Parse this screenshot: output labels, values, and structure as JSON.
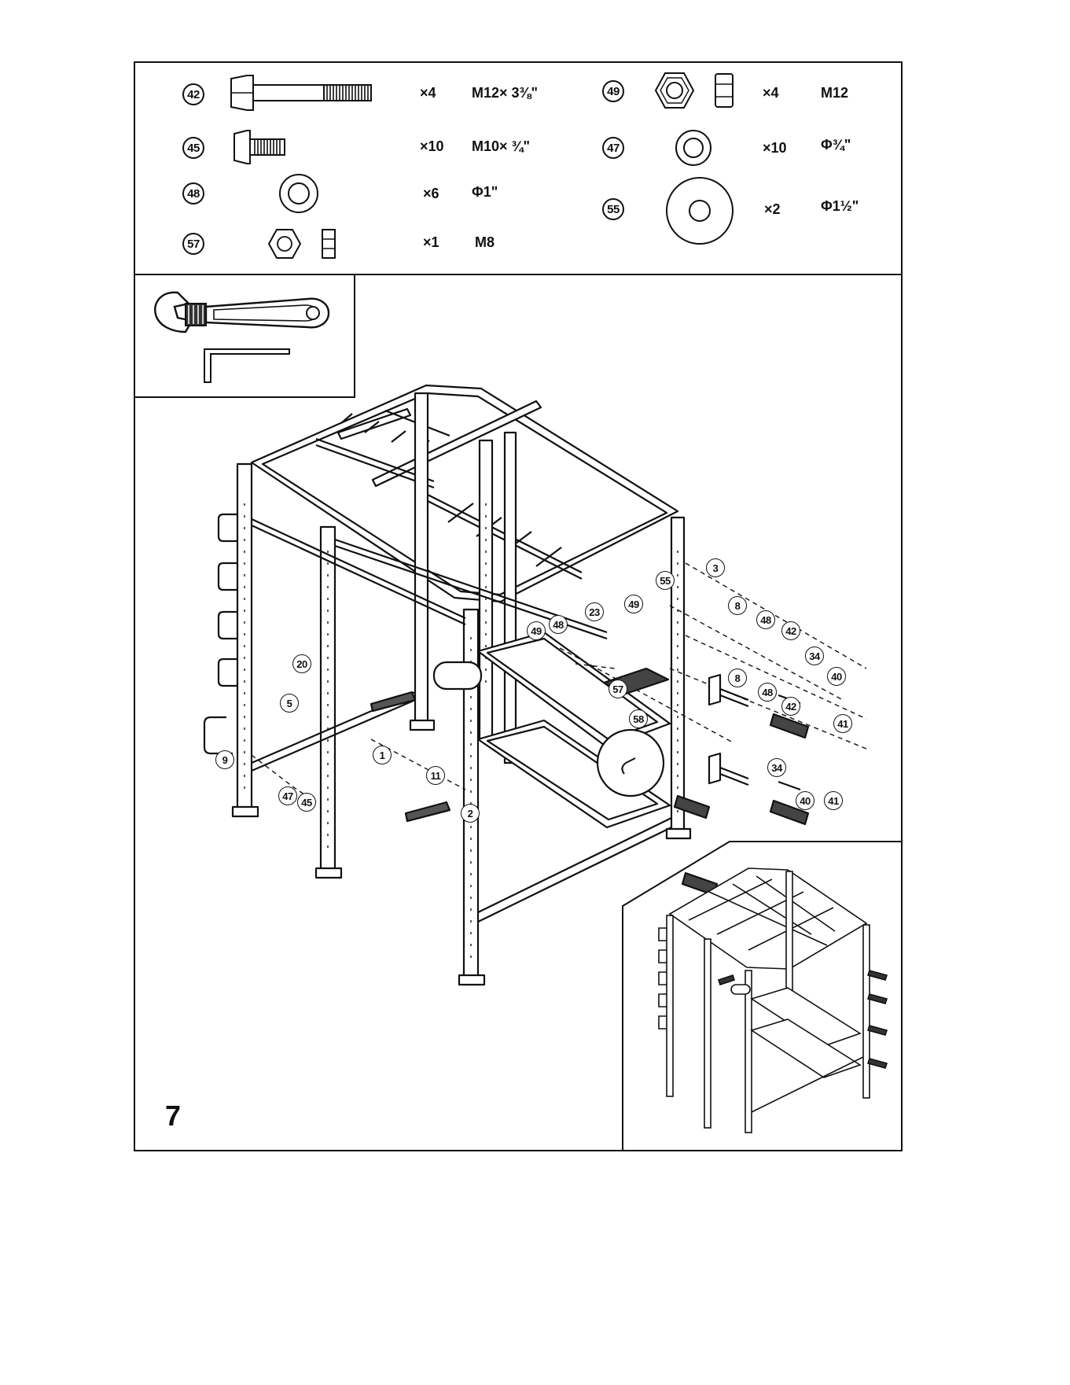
{
  "step_number": "7",
  "hardware": [
    {
      "part": "42",
      "qty": "×4",
      "spec": "M12× 3⅜\"",
      "icon": "bolt-long-icon"
    },
    {
      "part": "45",
      "qty": "×10",
      "spec": "M10× ¾\"",
      "icon": "bolt-short-icon"
    },
    {
      "part": "48",
      "qty": "×6",
      "spec": "Φ1\"",
      "icon": "washer-icon"
    },
    {
      "part": "57",
      "qty": "×1",
      "spec": "M8",
      "icon": "nut-small-icon"
    },
    {
      "part": "49",
      "qty": "×4",
      "spec": "M12",
      "icon": "nut-icon"
    },
    {
      "part": "47",
      "qty": "×10",
      "spec": "Φ¾\"",
      "icon": "washer-small-icon"
    },
    {
      "part": "55",
      "qty": "×2",
      "spec": "Φ1½\"",
      "icon": "washer-large-icon"
    }
  ],
  "tools": [
    "wrench-icon",
    "hex-key-icon"
  ],
  "callouts": [
    "3",
    "55",
    "49",
    "8",
    "23",
    "48",
    "42",
    "48",
    "49",
    "34",
    "40",
    "57",
    "8",
    "20",
    "5",
    "48",
    "42",
    "58",
    "41",
    "9",
    "1",
    "11",
    "34",
    "47",
    "45",
    "2",
    "40",
    "41"
  ]
}
